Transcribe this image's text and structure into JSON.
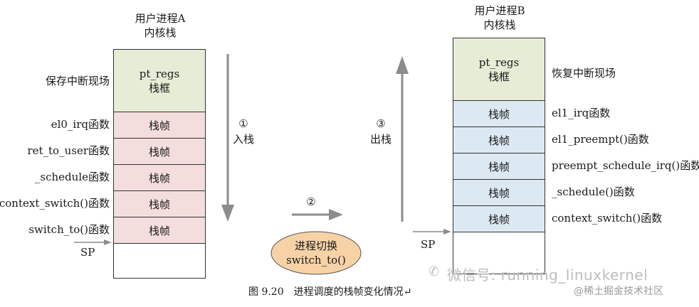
{
  "left": {
    "title": [
      "用户进程A",
      "内核栈"
    ],
    "regs": [
      "pt_regs",
      "栈框"
    ],
    "save_label": "保存中断现场",
    "frames": [
      "栈帧",
      "栈帧",
      "栈帧",
      "栈帧",
      "栈帧"
    ],
    "frame_labels": [
      "el0_irq函数",
      "ret_to_user函数",
      "_schedule函数",
      "context_switch()函数",
      "switch_to()函数"
    ],
    "sp": "SP"
  },
  "right": {
    "title": [
      "用户进程B",
      "内核栈"
    ],
    "regs": [
      "pt_regs",
      "栈框"
    ],
    "restore_label": "恢复中断现场",
    "frames": [
      "栈帧",
      "栈帧",
      "栈帧",
      "栈帧",
      "栈帧"
    ],
    "frame_labels": [
      "el1_irq函数",
      "el1_preempt()函数",
      "preempt_schedule_irq()函数",
      "_schedule()函数",
      "context_switch()函数"
    ],
    "sp": "SP"
  },
  "steps": {
    "one": [
      "①",
      "入栈"
    ],
    "two": "②",
    "three": [
      "③",
      "出栈"
    ]
  },
  "switch": [
    "进程切换",
    "switch_to()"
  ],
  "caption": "图 9.20　进程调度的栈帧变化情况↵",
  "watermark": {
    "wechat": "微信号: running_linuxkernel",
    "juejin": "@稀土掘金技术社区"
  },
  "colors": {
    "regs": "#e6ecd6",
    "frame_red": "#f4dedd",
    "frame_blue": "#dce9f3",
    "ellipse": "#f7d2a6",
    "arrow": "#8c8c8c"
  }
}
